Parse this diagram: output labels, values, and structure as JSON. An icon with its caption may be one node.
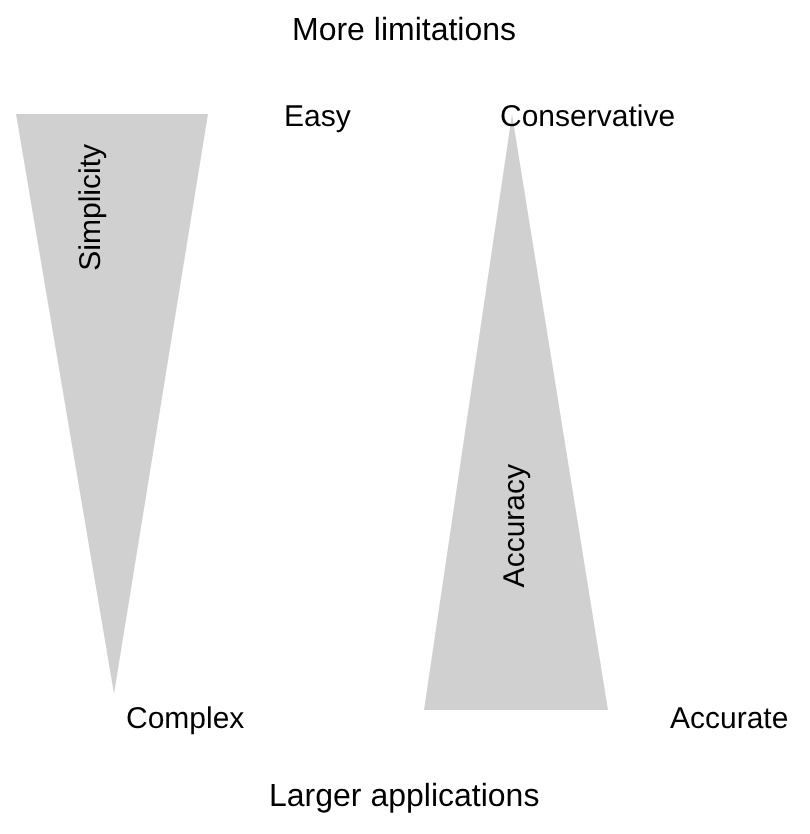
{
  "diagram": {
    "title": "More limitations",
    "caption": "Larger applications",
    "nodes": [
      {
        "text": [
          "Simplicity"
        ],
        "beside": [
          "Easy",
          "Complex"
        ]
      },
      {
        "text": [
          "Accuracy"
        ],
        "beside": [
          "Conservative",
          "Accurate"
        ]
      }
    ]
  }
}
